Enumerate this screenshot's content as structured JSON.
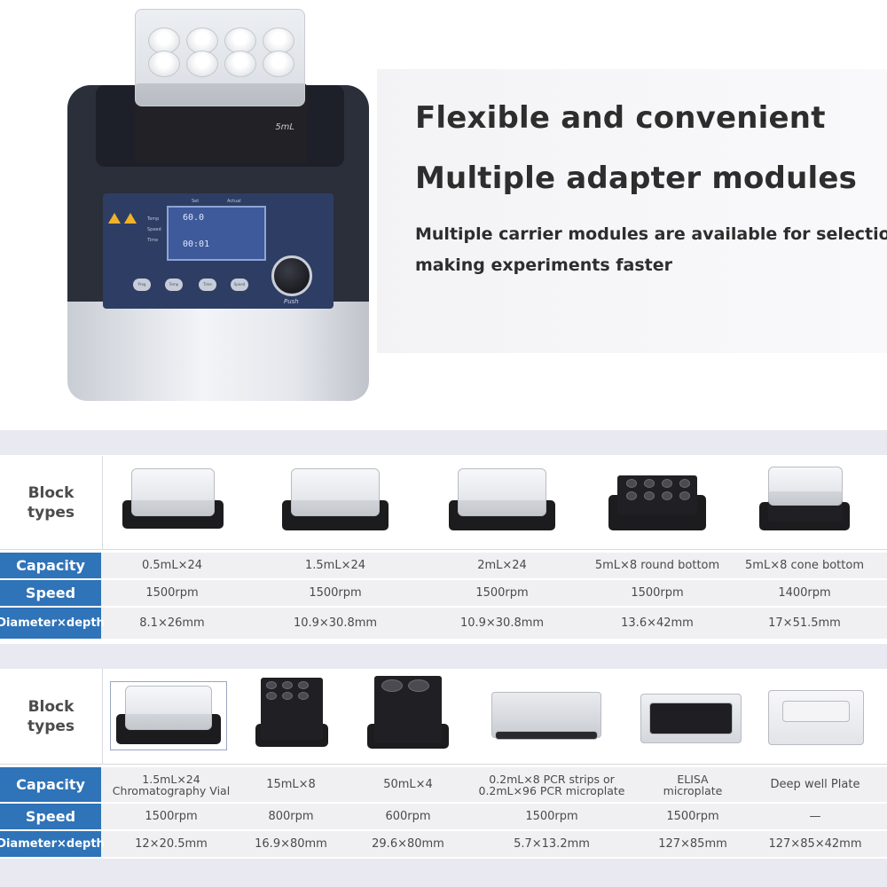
{
  "hero": {
    "title_line1": "Flexible and convenient",
    "title_line2": "Multiple adapter modules",
    "subtitle_line1": "Multiple carrier modules are available for selection",
    "subtitle_line2": "making experiments faster"
  },
  "device": {
    "block_label": "5mL",
    "screen_set": "Set",
    "screen_actual": "Actual",
    "screen_temp_label": "Temp",
    "screen_speed_label": "Speed",
    "screen_time_label": "Time",
    "screen_temp_value": "60.0",
    "screen_time_value": "00:01",
    "buttons": [
      "Prog",
      "Temp",
      "Time",
      "Speed"
    ],
    "knob_label": "Push"
  },
  "table1": {
    "types_label": "Block\ntypes",
    "capacity_label": "Capacity",
    "speed_label": "Speed",
    "dim_label": "Diameter×depth",
    "capacity": [
      "0.5mL×24",
      "1.5mL×24",
      "2mL×24",
      "5mL×8 round bottom",
      "5mL×8 cone bottom"
    ],
    "speed": [
      "1500rpm",
      "1500rpm",
      "1500rpm",
      "1500rpm",
      "1400rpm"
    ],
    "dimension": [
      "8.1×26mm",
      "10.9×30.8mm",
      "10.9×30.8mm",
      "13.6×42mm",
      "17×51.5mm"
    ]
  },
  "table2": {
    "types_label": "Block\ntypes",
    "capacity_label": "Capacity",
    "speed_label": "Speed",
    "dim_label": "Diameter×depth",
    "capacity": [
      "1.5mL×24\nChromatography Vial",
      "15mL×8",
      "50mL×4",
      "0.2mL×8 PCR strips or\n0.2mL×96 PCR microplate",
      "ELISA\nmicroplate",
      "Deep well Plate"
    ],
    "speed": [
      "1500rpm",
      "800rpm",
      "600rpm",
      "1500rpm",
      "1500rpm",
      "—"
    ],
    "dimension": [
      "12×20.5mm",
      "16.9×80mm",
      "29.6×80mm",
      "5.7×13.2mm",
      "127×85mm",
      "127×85×42mm"
    ]
  }
}
